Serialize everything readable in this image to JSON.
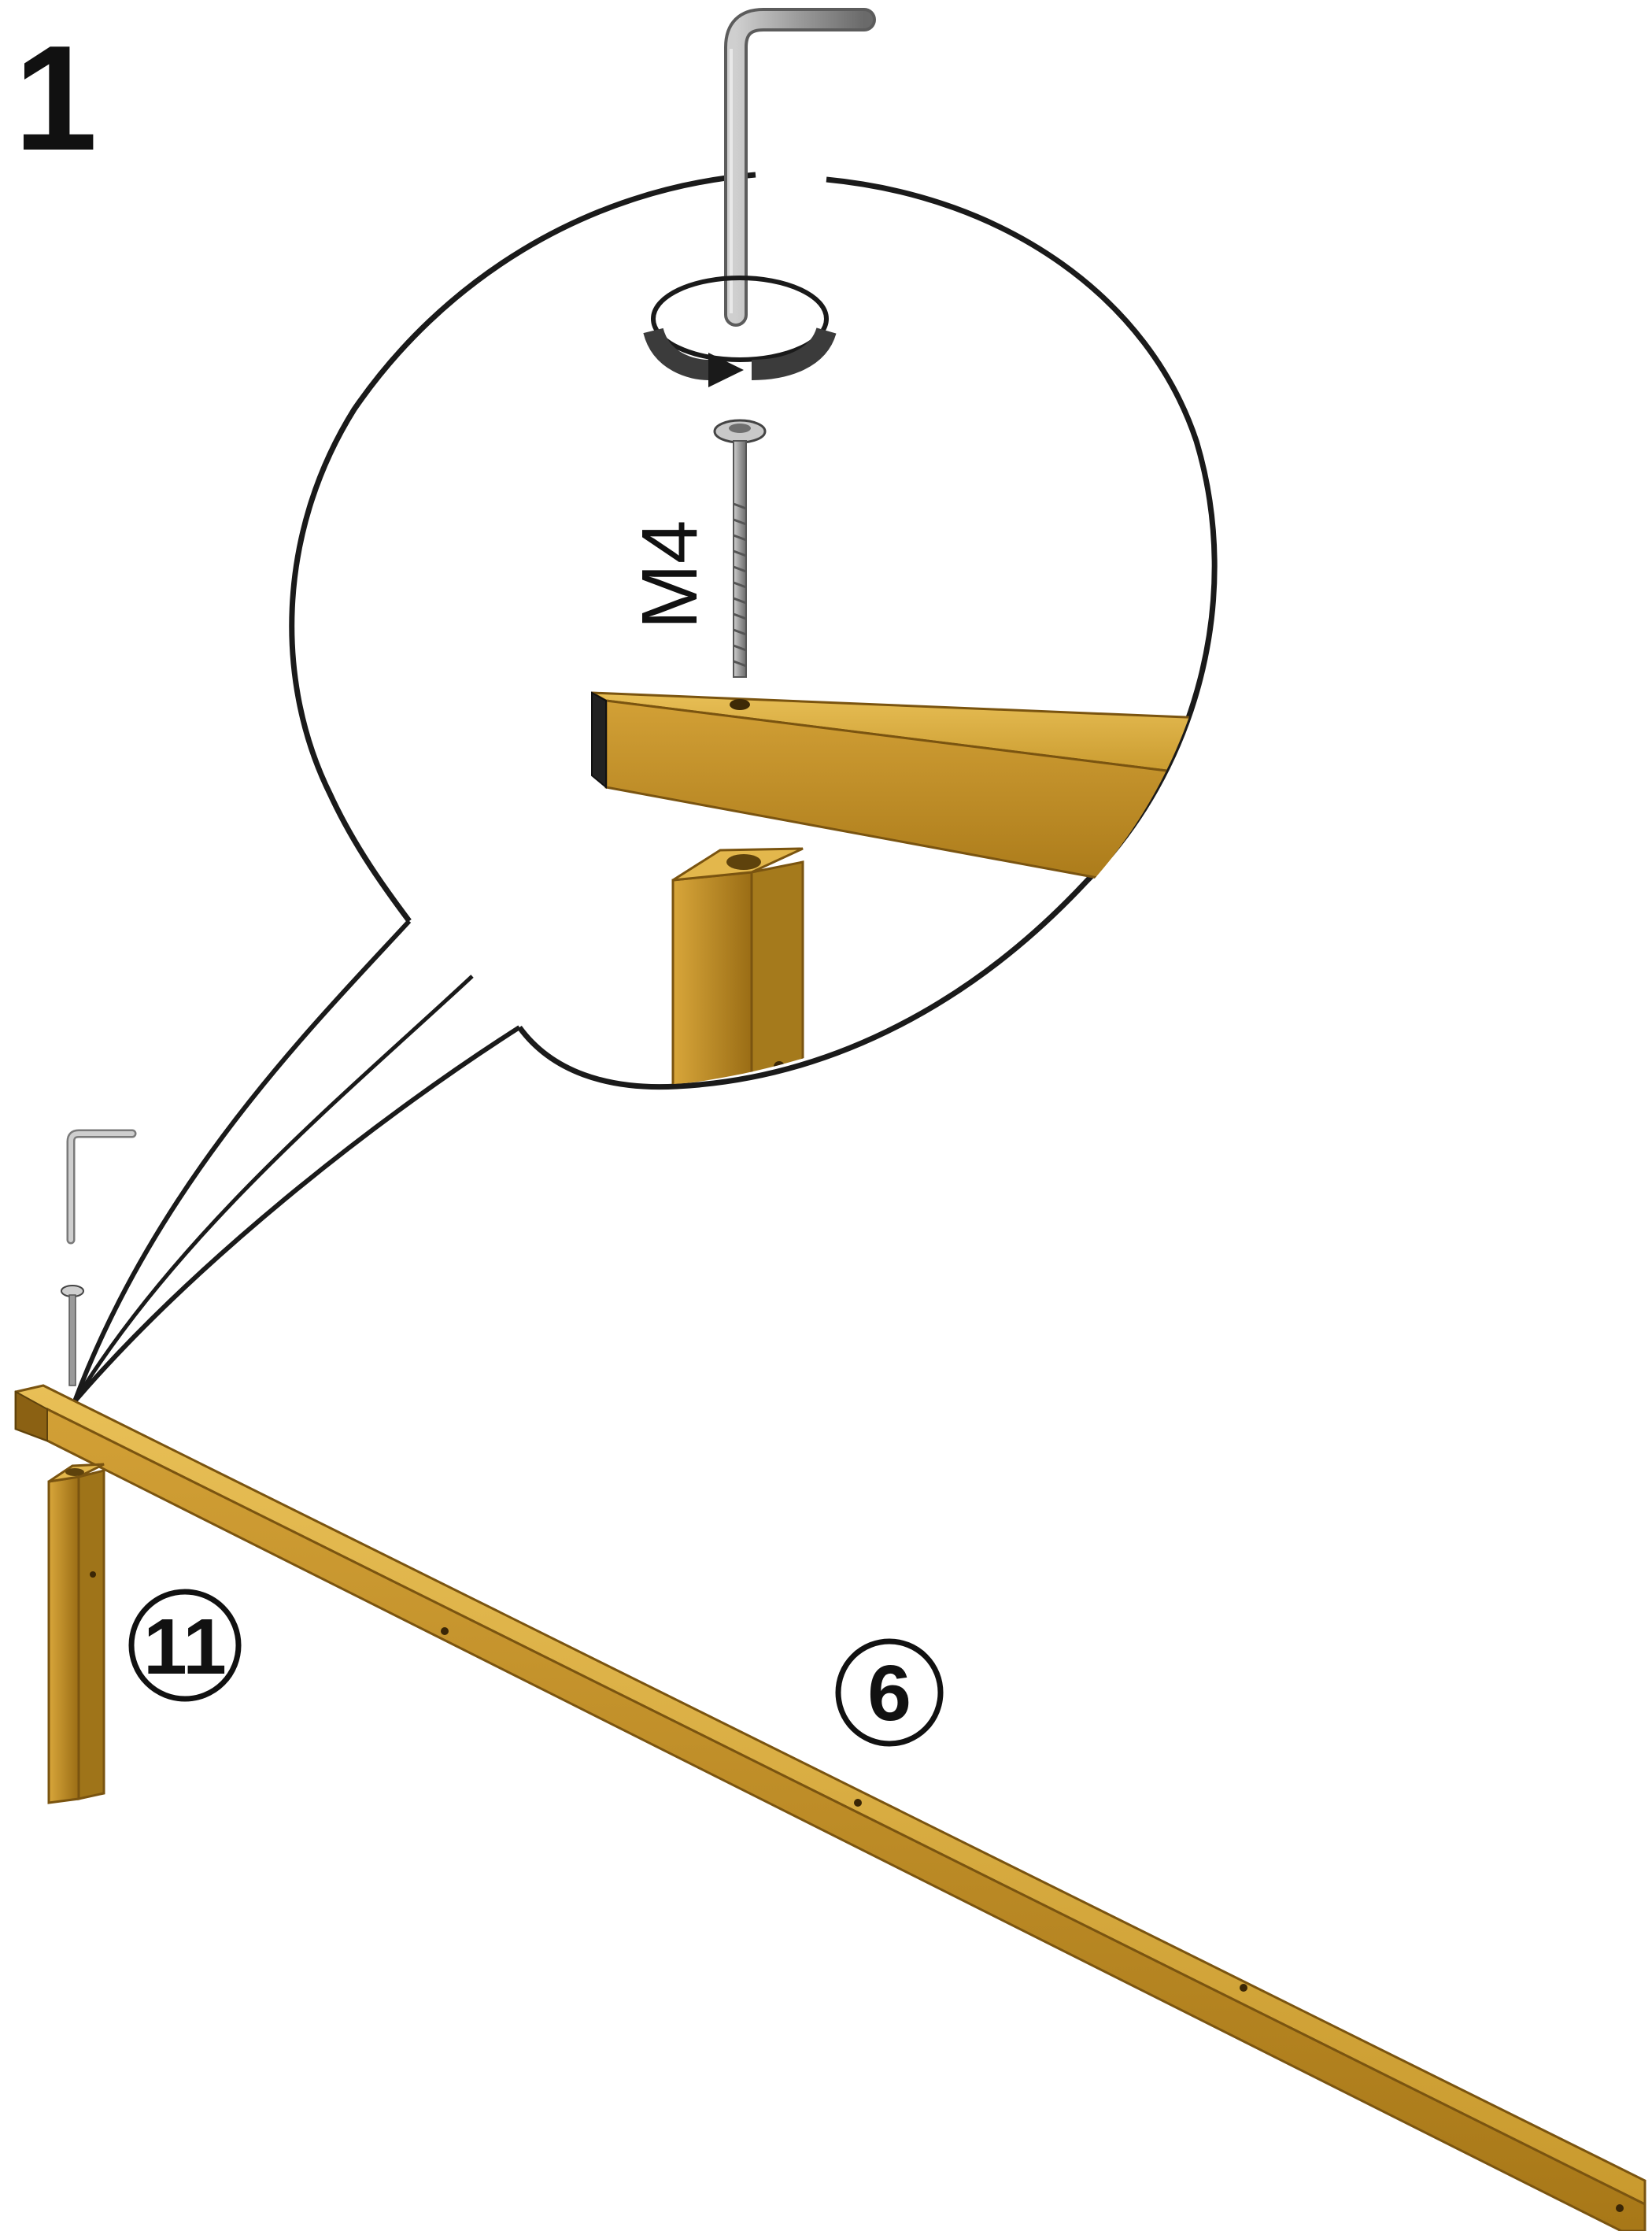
{
  "step": {
    "number": "1"
  },
  "detail": {
    "screw_label": "M4"
  },
  "parts": {
    "leg_number": "11",
    "beam_number": "6"
  },
  "colors": {
    "outline": "#1a1a1a",
    "gold_light": "#d9a93c",
    "gold_mid": "#c08d25",
    "gold_dark": "#8f6413",
    "metal": "#a9a9a9",
    "metal_dark": "#6f6f6f"
  },
  "icons": {
    "rotation": "clockwise-rotation-arrow-icon",
    "allen_key": "allen-key-icon",
    "screw": "screw-icon"
  }
}
